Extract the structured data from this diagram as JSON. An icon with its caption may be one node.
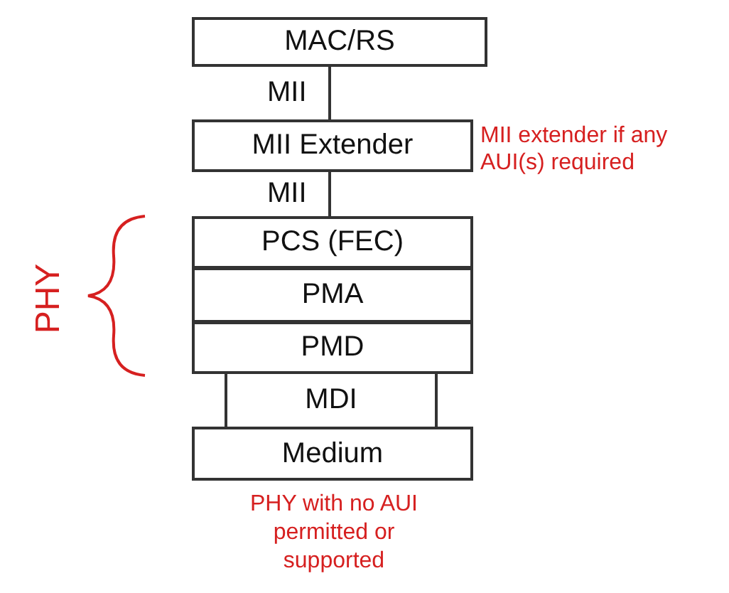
{
  "diagram": {
    "nodes": [
      {
        "text": [
          "MAC/RS"
        ]
      },
      {
        "text": [
          "MII Extender"
        ],
        "beside": [
          "MII extender if any AUI(s) required"
        ]
      },
      {
        "text": [
          "PCS (FEC)"
        ]
      },
      {
        "text": [
          "PMA"
        ]
      },
      {
        "text": [
          "PMD"
        ]
      },
      {
        "text": [
          "MDI"
        ]
      },
      {
        "text": [
          "Medium"
        ]
      }
    ],
    "edges": [
      {
        "from": 0,
        "to": 1,
        "arrow": "none",
        "label": "MII"
      },
      {
        "from": 1,
        "to": 2,
        "arrow": "none",
        "label": "MII"
      }
    ],
    "labels": [
      "PHY",
      "PHY with no AUI permitted or supported"
    ]
  }
}
